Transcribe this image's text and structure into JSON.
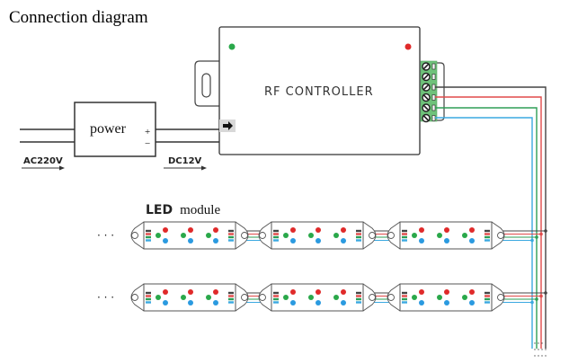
{
  "title": "Connection diagram",
  "power_supply": {
    "label": "power",
    "plus": "+",
    "minus": "−",
    "input_label": "AC220V",
    "output_label": "DC12V"
  },
  "controller": {
    "label": "RF CONTROLLER",
    "led_left_color": "#2aa84a",
    "led_right_color": "#e02a2a",
    "terminal_count": 6,
    "terminal_color": "#6fc27a"
  },
  "led_module": {
    "label_led": "LED",
    "label_module": "module",
    "rows": 2,
    "modules_per_row": 3,
    "continuation": "· · ·"
  },
  "wire_colors": {
    "black": "#444444",
    "red": "#e04a4a",
    "green": "#2e9e56",
    "blue": "#3aa8e0"
  },
  "led_colors": {
    "red": "#e02a2a",
    "green": "#2aa84a",
    "blue": "#2a9ae0"
  }
}
